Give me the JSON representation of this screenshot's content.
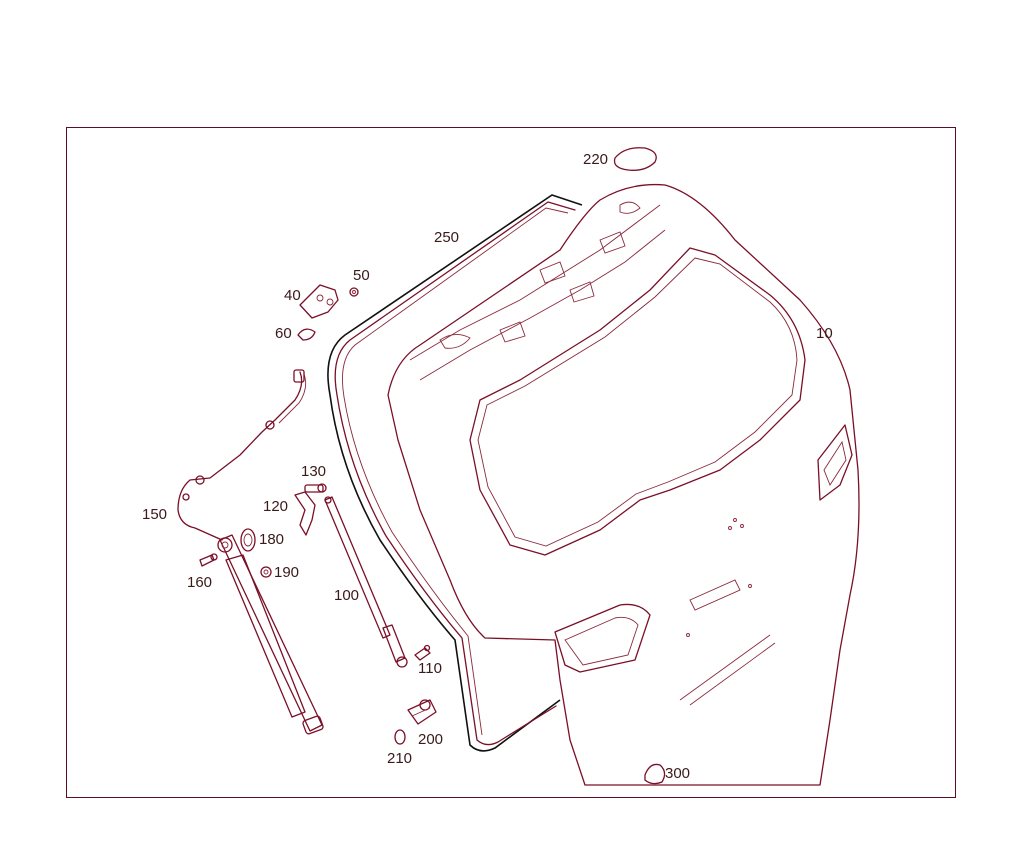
{
  "callouts": {
    "c10": "10",
    "c40": "40",
    "c50": "50",
    "c60": "60",
    "c100": "100",
    "c110": "110",
    "c120": "120",
    "c130": "130",
    "c150": "150",
    "c160": "160",
    "c180": "180",
    "c190": "190",
    "c200": "200",
    "c210": "210",
    "c220": "220",
    "c250": "250",
    "c300": "300"
  },
  "colors": {
    "line": "#7a1028",
    "frame": "#5a1020",
    "text": "#3a1a1a"
  }
}
